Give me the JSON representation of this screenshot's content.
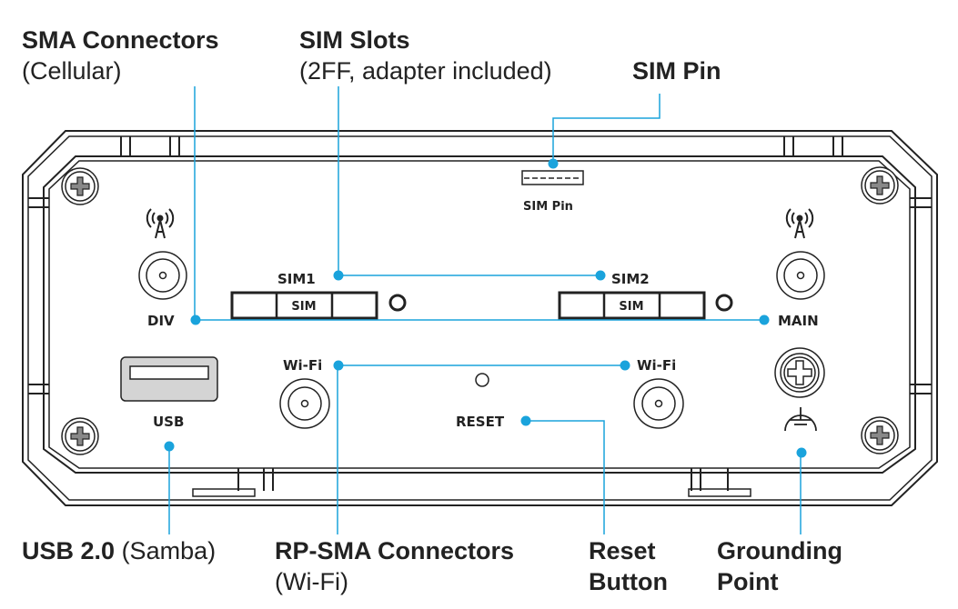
{
  "accent_color": "#1aa3dc",
  "callouts": {
    "sma": {
      "title": "SMA Connectors",
      "subtitle": "(Cellular)"
    },
    "sim_slots": {
      "title": "SIM Slots",
      "subtitle": "(2FF, adapter included)"
    },
    "sim_pin": {
      "title": "SIM Pin"
    },
    "usb": {
      "title": "USB 2.0",
      "subtitle": "(Samba)"
    },
    "rpsma": {
      "title": "RP-SMA Connectors",
      "subtitle": "(Wi-Fi)"
    },
    "reset": {
      "line1": "Reset",
      "line2": "Button"
    },
    "grounding": {
      "line1": "Grounding",
      "line2": "Point"
    }
  },
  "panel_labels": {
    "sim_pin": "SIM Pin",
    "sim1": "SIM1",
    "sim2": "SIM2",
    "sim_tray": "SIM",
    "div": "DIV",
    "main": "MAIN",
    "usb": "USB",
    "wifi_left": "Wi-Fi",
    "wifi_right": "Wi-Fi",
    "reset": "RESET"
  }
}
